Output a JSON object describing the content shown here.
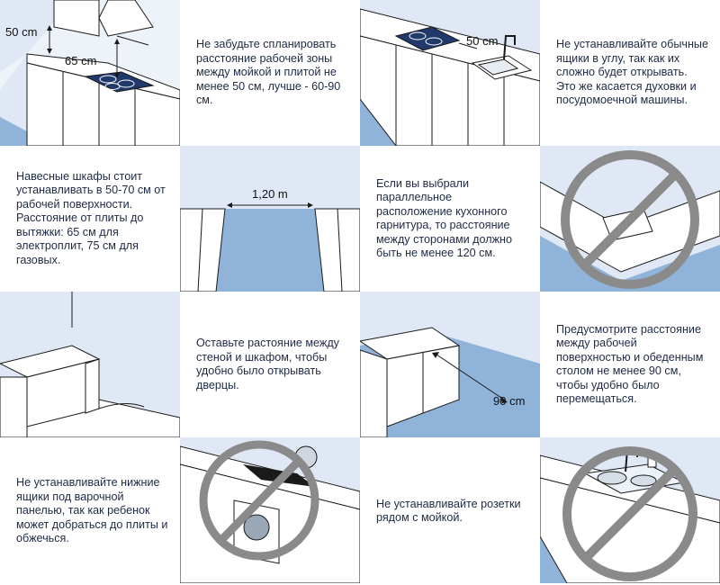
{
  "tips": [
    {
      "id": "sink-stove-distance",
      "text": "Не забудьте спланировать расстояние рабочей зоны между мойкой и плитой не менее 50 см, лучше - 60-90 см."
    },
    {
      "id": "corner-drawers",
      "text": "Не устанавливайте обычные ящики в углу, так как их сложно будет открывать. Это же касается духовки и посудомоечной машины."
    },
    {
      "id": "wall-cabinets-height",
      "text": "Навесные шкафы стоит устанавливать в 50-70 см от рабочей поверхности. Расстояние от плиты до вытяжки: 65 см для электроплит, 75 см для газовых."
    },
    {
      "id": "parallel-layout",
      "text": "Если вы выбрали параллельное расположение кухонного гарнитура, то расстояние между сторонами должно быть не менее 120 см."
    },
    {
      "id": "wall-gap",
      "text": "Оставьте растояние между стеной и шкафом, чтобы удобно было открывать дверцы."
    },
    {
      "id": "table-distance",
      "text": "Предусмотрите расстояние между рабочей поверхностью и обеденным столом не менее 90 см, чтобы удобно было перемещаться."
    },
    {
      "id": "no-drawers-under-hob",
      "text": "Не устанавливайте нижние ящики под варочной панелью, так как ребенок может добраться до плиты и обжечься."
    },
    {
      "id": "no-sockets-near-sink",
      "text": "Не устанавливайте розетки рядом с мойкой."
    }
  ],
  "labels": {
    "hood_distance": "50 cm",
    "hob_distance": "65 cm",
    "sink_hob_distance": "50 cm",
    "parallel_distance": "1,20 m",
    "table_distance": "90 cm"
  },
  "colors": {
    "wall": "#dfe8f4",
    "floor": "#8fb3d9",
    "line": "#1a1a1a",
    "prohibit": "#8a8a8a",
    "text": "#1e2a44"
  }
}
